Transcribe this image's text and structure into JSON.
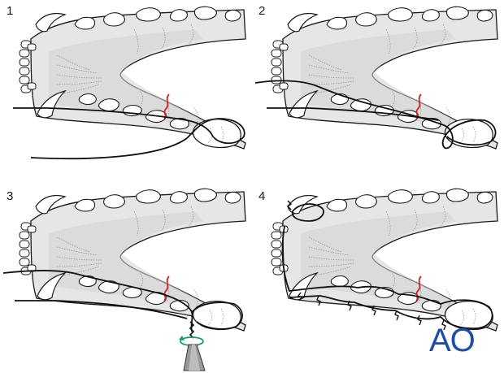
{
  "panels": [
    {
      "number": "1",
      "wire_stage": "wire-passed-around-last-tooth"
    },
    {
      "number": "2",
      "wire_stage": "wire-threaded-through-interdental-spaces"
    },
    {
      "number": "3",
      "wire_stage": "wire-tightened-by-twisting"
    },
    {
      "number": "4",
      "wire_stage": "loops-twisted-completed-splint"
    }
  ],
  "logo": {
    "text": "AO"
  },
  "colors": {
    "outline": "#1a1a1a",
    "bone": "#e6e6e6",
    "bone_inner": "#d2d2d2",
    "fracture": "#d81e1e",
    "wire": "#111111",
    "twist_arrow": "#1b9a6a",
    "logo": "#1f4fa0",
    "instrument": "#9a9a9a"
  },
  "icons": {
    "twist": "rotation-arrow-icon",
    "instrument": "needle-holder-icon"
  }
}
